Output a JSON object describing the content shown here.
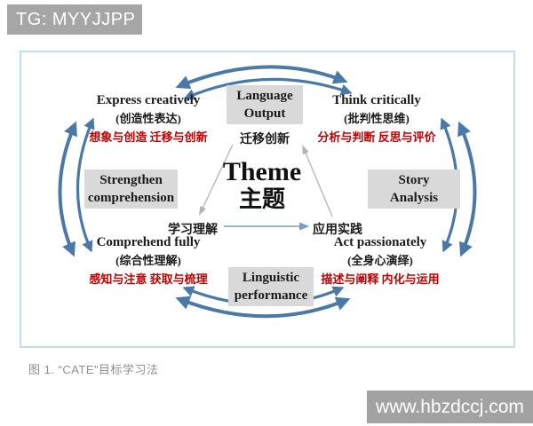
{
  "header": {
    "tag": "TG: MYYJJPP"
  },
  "footer": {
    "caption": "图 1. “CATE”目标学习法",
    "watermark": "www.hbzdccj.com"
  },
  "diagram": {
    "center": {
      "title": "Theme",
      "subtitle": "主题"
    },
    "stage_boxes": {
      "top": {
        "line1": "Language",
        "line2": "Output"
      },
      "left": {
        "line1": "Strengthen",
        "line2": "comprehension"
      },
      "right": {
        "line1": "Story",
        "line2": "Analysis"
      },
      "bottom": {
        "line1": "Linguistic",
        "line2": "performance"
      }
    },
    "corner_nodes": {
      "top_left": {
        "title": "Express creatively",
        "subtitle": "(创造性表达)",
        "detail": "想象与创造 迁移与创新"
      },
      "top_right": {
        "title": "Think critically",
        "subtitle": "(批判性思维)",
        "detail": "分析与判断 反思与评价"
      },
      "bottom_left": {
        "title": "Comprehend fully",
        "subtitle": "(综合性理解)",
        "detail": "感知与注意 获取与梳理"
      },
      "bottom_right": {
        "title": "Act passionately",
        "subtitle": "(全身心演绎)",
        "detail": "描述与阐释 内化与运用"
      }
    },
    "process_labels": {
      "transfer": "迁移创新",
      "learn": "学习理解",
      "apply": "应用实践"
    },
    "colors": {
      "arc_blue": "#4a79a8",
      "flow_blue": "#7d9cc0",
      "detail_red": "#c00000",
      "box_gray": "#d9d9d9",
      "border_blue": "#bfdfe9",
      "banner_gray": "#a6a6a6"
    }
  }
}
